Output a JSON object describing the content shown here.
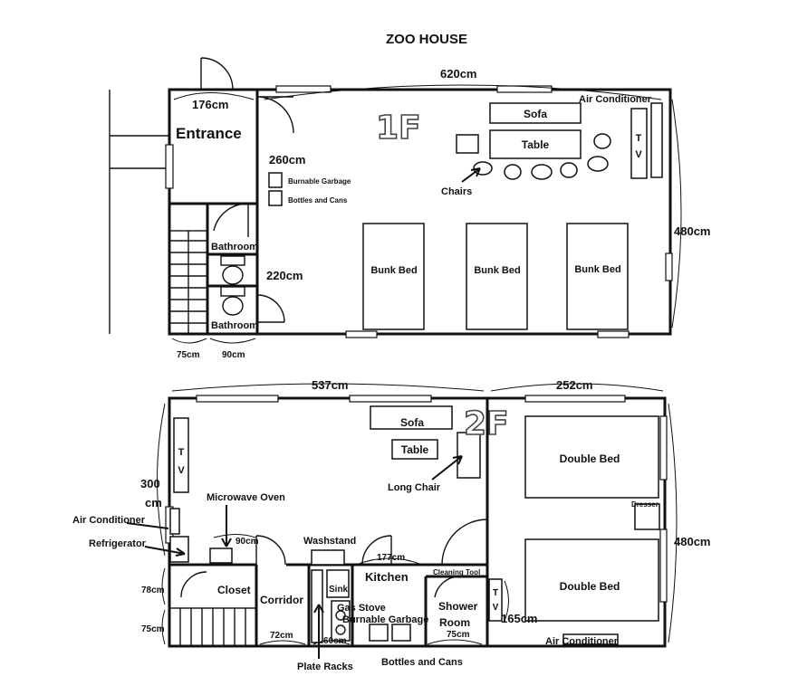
{
  "title": "ZOO HOUSE",
  "floor1": {
    "label": "1F",
    "dims": {
      "width": "620cm",
      "height": "480cm",
      "entrance_width": "176cm",
      "entrance_depth": "260cm",
      "bath_depth": "220cm",
      "stair": "75cm",
      "bath_width": "90cm"
    },
    "rooms": {
      "entrance": "Entrance",
      "bathroom_top": "Bathroom",
      "bathroom_bottom": "Bathroom"
    },
    "items": {
      "sofa": "Sofa",
      "table": "Table",
      "tv_t": "T",
      "tv_v": "V",
      "air_conditioner": "Air Conditioner",
      "chairs": "Chairs",
      "burnable": "Burnable Garbage",
      "bottles": "Bottles and Cans",
      "bunk1": "Bunk Bed",
      "bunk2": "Bunk Bed",
      "bunk3": "Bunk Bed"
    }
  },
  "floor2": {
    "label": "2F",
    "dims": {
      "width_left": "537cm",
      "width_right": "252cm",
      "height_right": "480cm",
      "height_left_a": "300",
      "height_left_b": "cm",
      "fridge_width": "90cm",
      "kitchen_width": "177cm",
      "closet_h": "78cm",
      "stair_h": "75cm",
      "corridor_w": "72cm",
      "rack_w": "60cm",
      "shower_w": "75cm",
      "shower_h": "165cm"
    },
    "items": {
      "tv_t": "T",
      "tv_v": "V",
      "sofa": "Sofa",
      "table": "Table",
      "long_chair": "Long Chair",
      "microwave": "Microwave Oven",
      "air_conditioner_left": "Air Conditioner",
      "refrigerator": "Refrigerator",
      "washstand": "Washstand",
      "kitchen": "Kitchen",
      "cleaning_tool": "Cleaning Tool",
      "closet": "Closet",
      "corridor": "Corridor",
      "sink": "Sink",
      "gas_stove": "Gas Stove",
      "burnable": "Burnable Garbage",
      "shower1": "Shower",
      "shower2": "Room",
      "bottles": "Bottles and Cans",
      "plate_racks": "Plate Racks",
      "double_bed1": "Double Bed",
      "double_bed2": "Double Bed",
      "dresser": "Dresser",
      "air_conditioner_right": "Air Conditioner",
      "tv2_t": "T",
      "tv2_v": "V"
    }
  }
}
